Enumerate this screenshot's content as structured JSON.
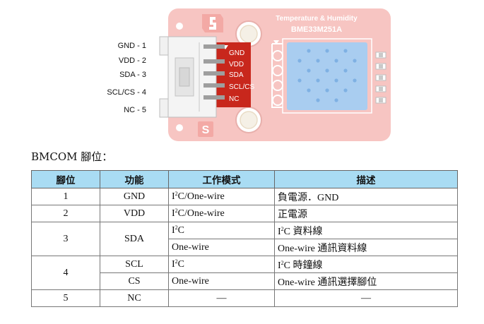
{
  "diagram": {
    "board_title": "Temperature & Humidity",
    "board_model": "BME33M251A",
    "board_letter": "S",
    "board_labels": [
      "GND",
      "VDD",
      "SDA",
      "SCL/CS",
      "NC"
    ],
    "pin_labels": [
      "GND - 1",
      "VDD - 2",
      "SDA - 3",
      "SCL/CS - 4",
      "NC - 5"
    ],
    "board_color": "#f7c5c2",
    "header_color": "#c8271c",
    "sensor_color": "#a9cdf0"
  },
  "caption": "BMCOM 腳位：",
  "table": {
    "headers": [
      "腳位",
      "功能",
      "工作模式",
      "描述"
    ],
    "rows": {
      "r1": {
        "pin": "1",
        "func": "GND",
        "mode": "C/One-wire",
        "desc": "負電源．GND"
      },
      "r2": {
        "pin": "2",
        "func": "VDD",
        "mode": "C/One-wire",
        "desc": "正電源"
      },
      "r3a": {
        "mode": "C",
        "desc": "C 資料線"
      },
      "r3": {
        "pin": "3",
        "func": "SDA"
      },
      "r3b": {
        "mode": "One-wire",
        "desc": "One-wire 通訊資料線"
      },
      "r4": {
        "pin": "4",
        "func": "SCL",
        "mode": "C",
        "desc": "C 時鐘線"
      },
      "r4b": {
        "func": "CS",
        "mode": "One-wire",
        "desc": "One-wire 通訊選擇腳位"
      },
      "r5": {
        "pin": "5",
        "func": "NC",
        "mode": "—",
        "desc": "—"
      }
    },
    "i2c_prefix": "I",
    "i2c_sup": "2"
  },
  "colors": {
    "header_bg": "#a9dcf3"
  }
}
